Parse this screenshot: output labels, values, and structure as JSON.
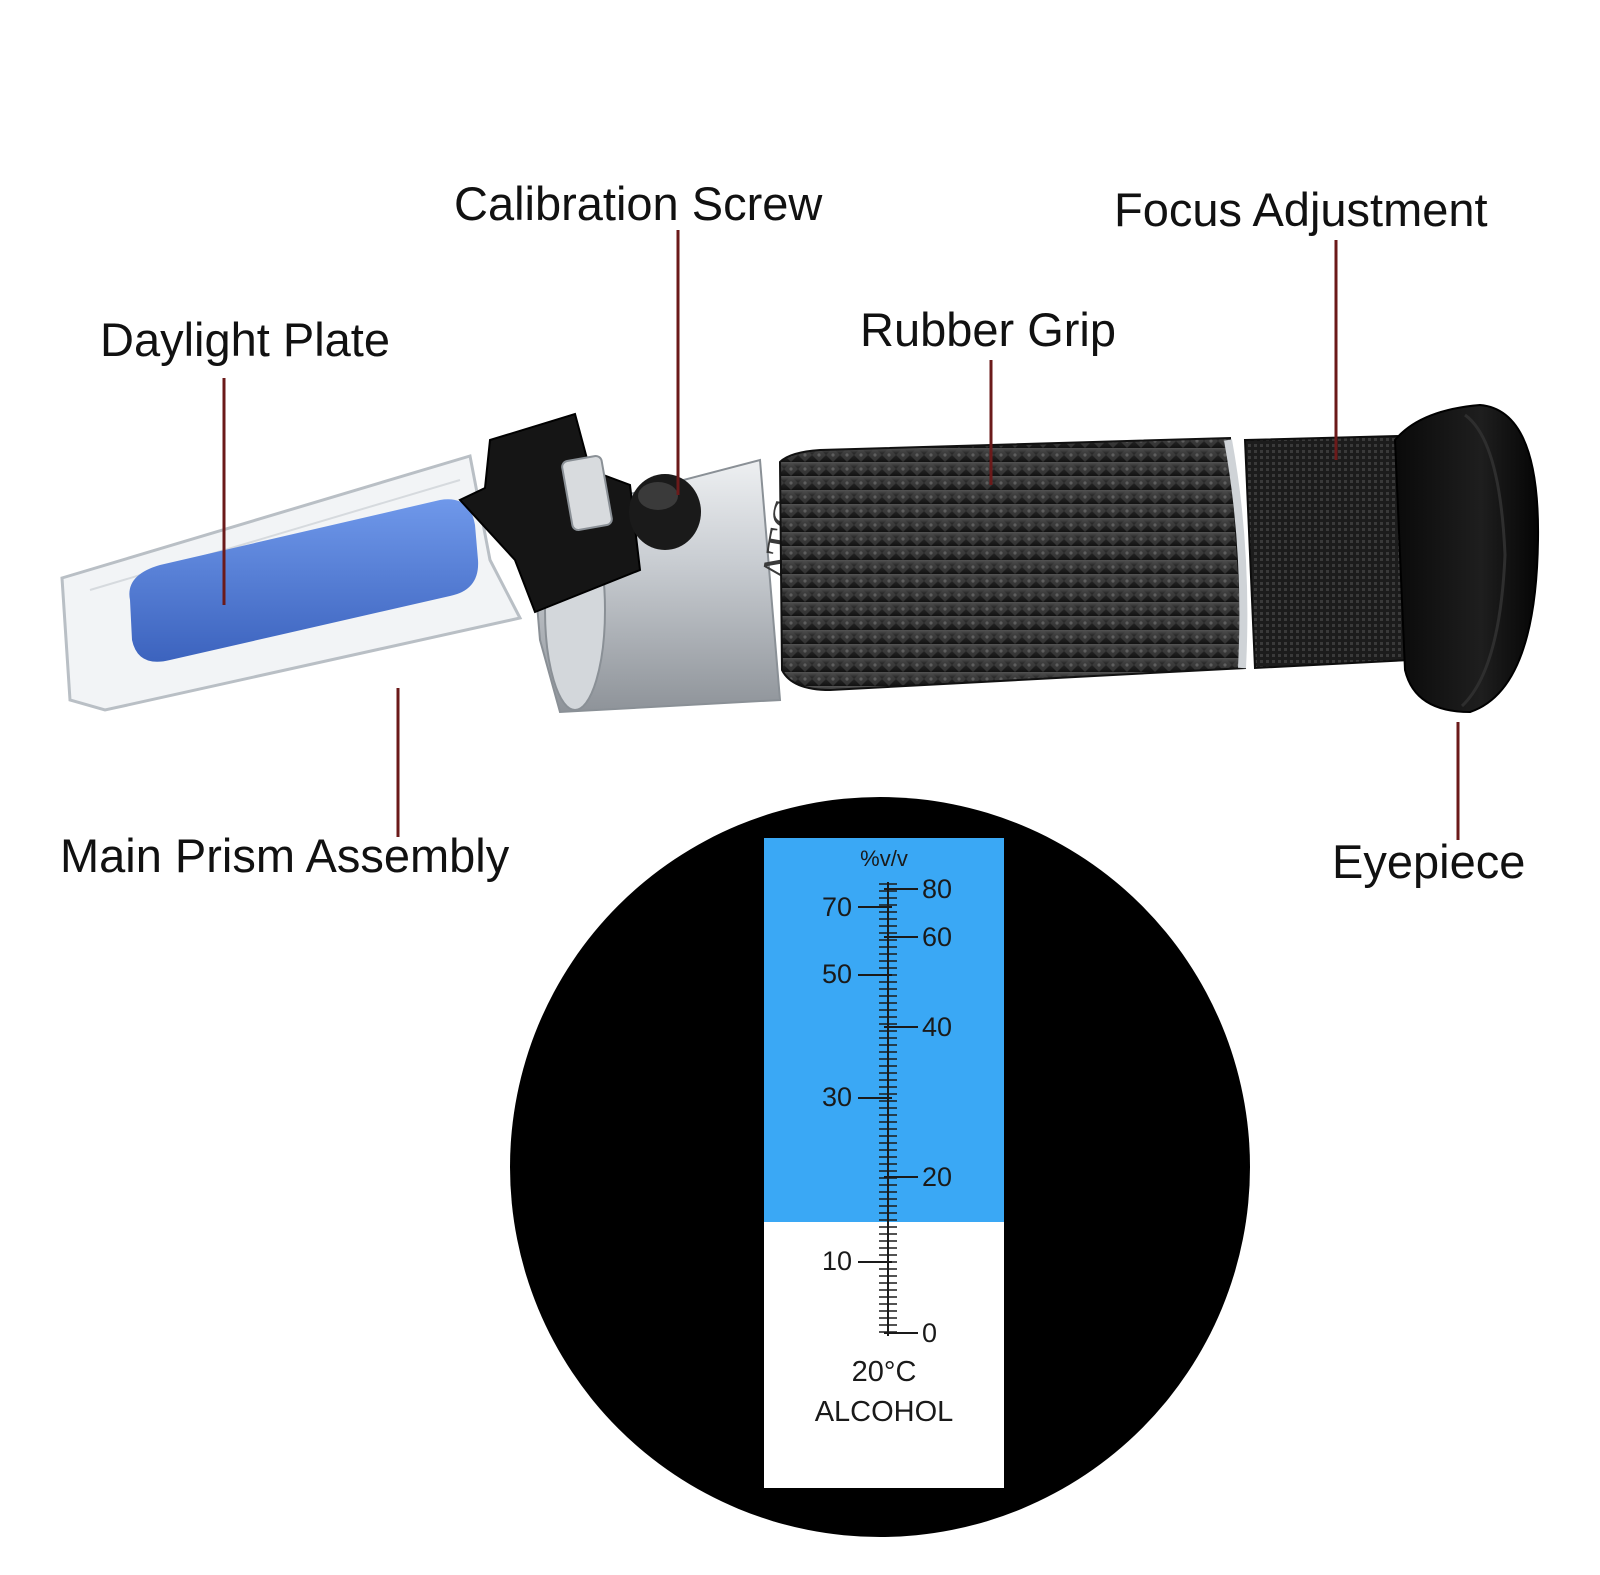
{
  "labels": {
    "calibration_screw": "Calibration Screw",
    "focus_adjustment": "Focus Adjustment",
    "daylight_plate": "Daylight Plate",
    "rubber_grip": "Rubber Grip",
    "main_prism_assembly": "Main Prism Assembly",
    "eyepiece": "Eyepiece"
  },
  "device": {
    "engraving": "ATC"
  },
  "scale_view": {
    "unit": "%v/v",
    "left_ticks": [
      "70",
      "50",
      "30",
      "10"
    ],
    "right_ticks": [
      "80",
      "60",
      "40",
      "20",
      "0"
    ],
    "temperature": "20°C",
    "title": "ALCOHOL"
  },
  "colors": {
    "leader_line": "#6b1a1a",
    "scale_blue": "#3aa8f5",
    "circle_black": "#000000",
    "plate_blue": "#4a79d6",
    "grip_dark": "#262626",
    "metal": "#c9cdd2"
  }
}
